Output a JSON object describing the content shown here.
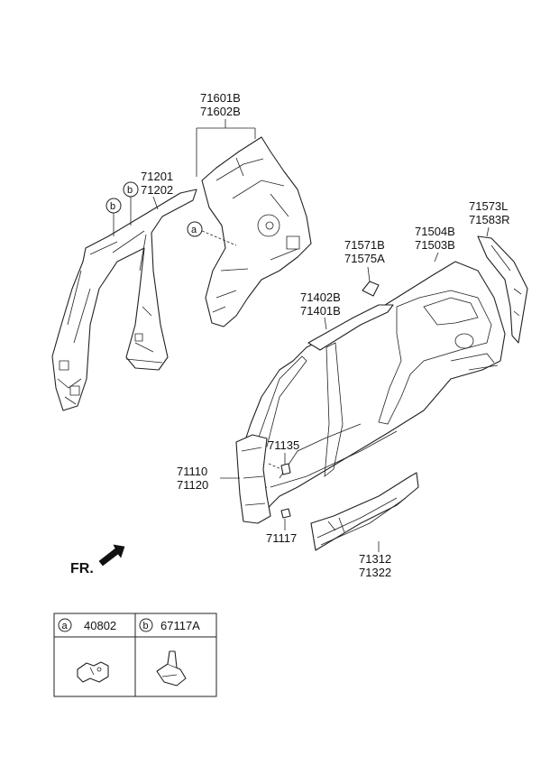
{
  "labels": {
    "qtr_inner_1": "71601B",
    "qtr_inner_2": "71602B",
    "pillar_inner_1": "71201",
    "pillar_inner_2": "71202",
    "roof_rail_1": "71402B",
    "roof_rail_2": "71401B",
    "qtr_outer_1": "71504B",
    "qtr_outer_2": "71503B",
    "bracket_1": "71571B",
    "bracket_2": "71575A",
    "tail_1": "71573L",
    "tail_2": "71583R",
    "clip_upper": "71135",
    "pillar_front_1": "71110",
    "pillar_front_2": "71120",
    "clip_lower": "71117",
    "sill_1": "71312",
    "sill_2": "71322"
  },
  "callouts": {
    "a": "a",
    "b": "b"
  },
  "front_indicator": "FR.",
  "legend": {
    "items": [
      {
        "key": "a",
        "part": "40802"
      },
      {
        "key": "b",
        "part": "67117A"
      }
    ]
  }
}
